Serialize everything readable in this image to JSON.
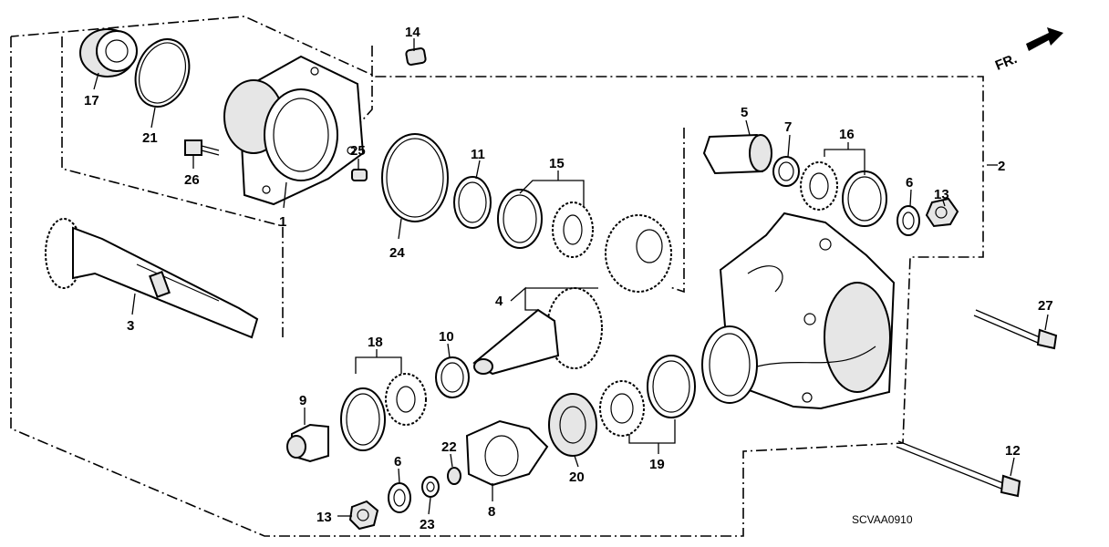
{
  "diagram": {
    "diagram_code": "SCVAA0910",
    "front_arrow_label": "FR.",
    "callouts": {
      "c1": "1",
      "c2": "2",
      "c3": "3",
      "c4": "4",
      "c5": "5",
      "c6a": "6",
      "c6b": "6",
      "c7": "7",
      "c8": "8",
      "c9": "9",
      "c10": "10",
      "c11": "11",
      "c12": "12",
      "c13a": "13",
      "c13b": "13",
      "c14": "14",
      "c15": "15",
      "c16": "16",
      "c17": "17",
      "c18": "18",
      "c19": "19",
      "c20": "20",
      "c21": "21",
      "c22": "22",
      "c23": "23",
      "c24": "24",
      "c25": "25",
      "c26": "26",
      "c27": "27"
    }
  }
}
